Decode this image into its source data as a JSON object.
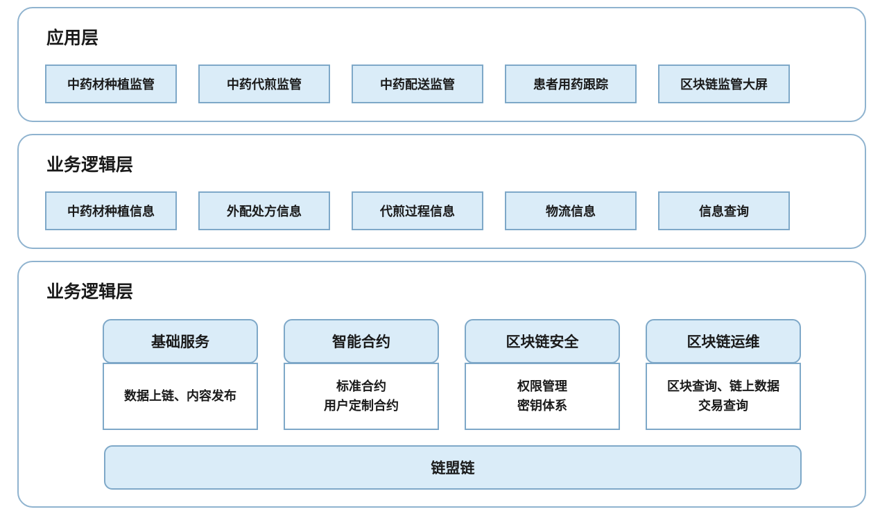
{
  "layers": [
    {
      "title": "应用层",
      "items": [
        "中药材种植监管",
        "中药代煎监管",
        "中药配送监管",
        "患者用药跟踪",
        "区块链监管大屏"
      ]
    },
    {
      "title": "业务逻辑层",
      "items": [
        "中药材种植信息",
        "外配处方信息",
        "代煎过程信息",
        "物流信息",
        "信息查询"
      ]
    },
    {
      "title": "业务逻辑层",
      "services": [
        {
          "title": "基础服务",
          "lines": [
            "数据上链、内容发布"
          ]
        },
        {
          "title": "智能合约",
          "lines": [
            "标准合约",
            "用户定制合约"
          ]
        },
        {
          "title": "区块链安全",
          "lines": [
            "权限管理",
            "密钥体系"
          ]
        },
        {
          "title": "区块链运维",
          "lines": [
            "区块查询、链上数据",
            "交易查询"
          ]
        }
      ],
      "chain": "链盟链"
    }
  ],
  "colors": {
    "box_fill": "#daecf8",
    "box_border": "#7ea8c8",
    "layer_border": "#8fb3cf",
    "text": "#1a1a1a"
  }
}
